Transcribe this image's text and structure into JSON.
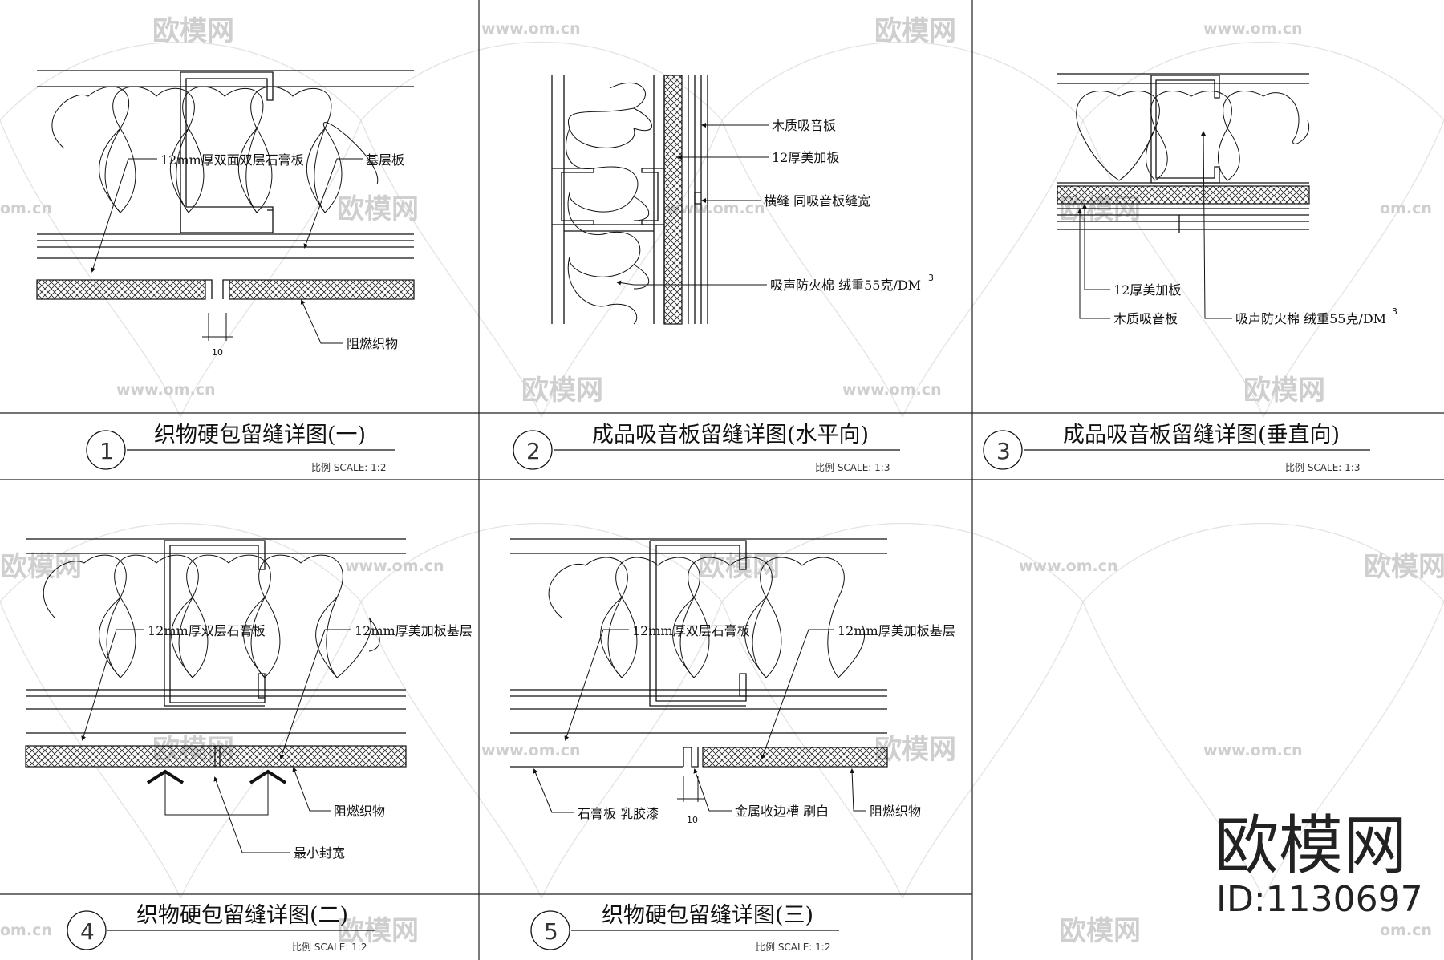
{
  "watermark": {
    "brand": "欧模网",
    "url": "www.om.cn",
    "url_short": "om.cn",
    "id_text": "ID:1130697"
  },
  "details": [
    {
      "number": "1",
      "title": "织物硬包留缝详图(一)",
      "scale": "比例 SCALE: 1:2",
      "labels": [
        "12mm厚双面双层石膏板",
        "基层板",
        "阻燃织物"
      ],
      "dim": "10"
    },
    {
      "number": "2",
      "title": "成品吸音板留缝详图(水平向)",
      "scale": "比例 SCALE: 1:3",
      "labels": [
        "木质吸音板",
        "12厚美加板",
        "横缝 同吸音板缝宽",
        "吸声防火棉 绒重55克/DM",
        "3"
      ]
    },
    {
      "number": "3",
      "title": "成品吸音板留缝详图(垂直向)",
      "scale": "比例 SCALE: 1:3",
      "labels": [
        "12厚美加板",
        "木质吸音板",
        "吸声防火棉 绒重55克/DM",
        "3"
      ]
    },
    {
      "number": "4",
      "title": "织物硬包留缝详图(二)",
      "scale": "比例 SCALE: 1:2",
      "labels": [
        "12mm厚双层石膏板",
        "12mm厚美加板基层",
        "阻燃织物",
        "最小封宽"
      ]
    },
    {
      "number": "5",
      "title": "织物硬包留缝详图(三)",
      "scale": "比例 SCALE: 1:2",
      "labels": [
        "12mm厚双层石膏板",
        "12mm厚美加板基层",
        "石膏板 乳胶漆",
        "金属收边槽 刷白",
        "阻燃织物"
      ],
      "dim": "10"
    }
  ]
}
